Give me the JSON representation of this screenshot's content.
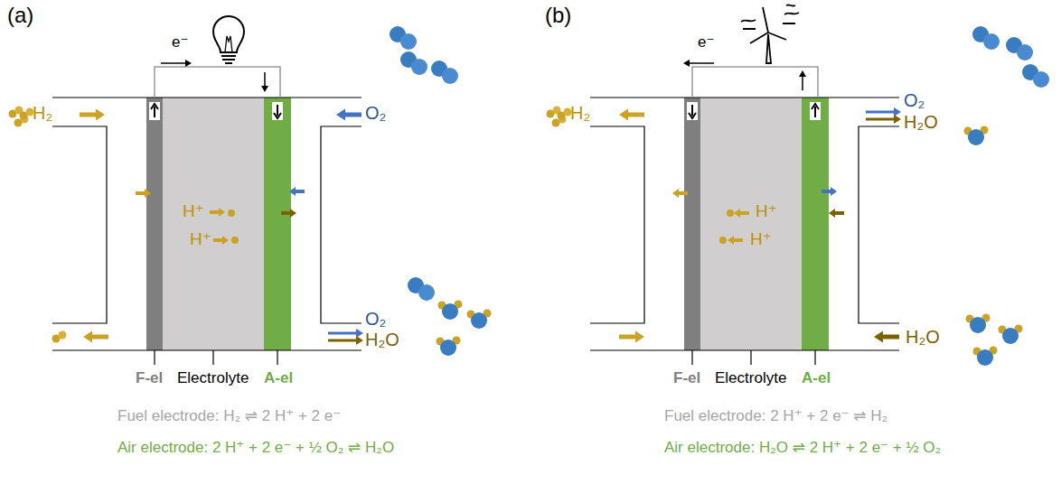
{
  "diagram": {
    "labels": [
      "(a)",
      "e⁻",
      "H₂",
      "O₂",
      "H⁺",
      "H⁺",
      "O₂",
      "H₂O",
      "F-el",
      "Electrolyte",
      "A-el",
      "Fuel electrode: H₂ ⇌ 2 H⁺ + 2 e⁻",
      "Air electrode: 2 H⁺ + 2 e⁻ + ½ O₂ ⇌ H₂O",
      "(b)",
      "e⁻",
      "H₂",
      "O₂",
      "H₂O",
      "H⁺",
      "H⁺",
      "H₂O",
      "F-el",
      "Electrolyte",
      "A-el",
      "Fuel electrode: 2 H⁺ + 2 e⁻ ⇌ H₂",
      "Air electrode: H₂O ⇌ 2 H⁺ + 2 e⁻ + ½ O₂"
    ]
  }
}
